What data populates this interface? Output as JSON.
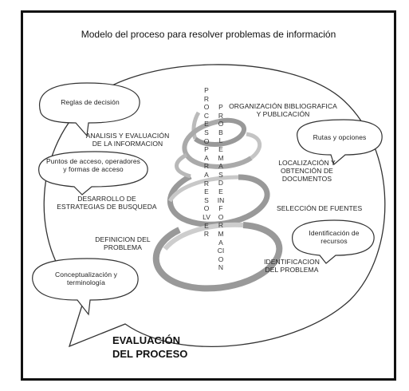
{
  "title": "Modelo del proceso para resolver problemas de información",
  "center": {
    "left_vertical": "PROCESO PARA RESOLVER",
    "right_vertical": "PROBLEMAS DE INFORMACION"
  },
  "bubbles": {
    "reglas": "Reglas de decisión",
    "puntos": "Puntos de acceso, operadores y formas de acceso",
    "conceptualizacion": "Conceptualización y terminología",
    "rutas": "Rutas y opciones",
    "identificacion_recursos": "Identificación de recursos"
  },
  "left_labels": {
    "analisis": "ANALISIS Y EVALUACIÓN DE LA INFORMACION",
    "desarrollo": "DESARROLLO DE ESTRATEGIAS DE BUSQUEDA",
    "definicion": "DEFINICION DEL PROBLEMA"
  },
  "right_labels": {
    "organizacion": "ORGANIZACIÓN BIBLIOGRAFICA Y PUBLICACIÓN",
    "localizacion": "LOCALIZACIÓN Y OBTENCIÓN DE DOCUMENTOS",
    "seleccion": "SELECCIÓN DE FUENTES",
    "identificacion_problema": "IDENTIFICACION DEL PROBLEMA"
  },
  "evaluation": "EVALUACIÓN DEL PROCESO"
}
